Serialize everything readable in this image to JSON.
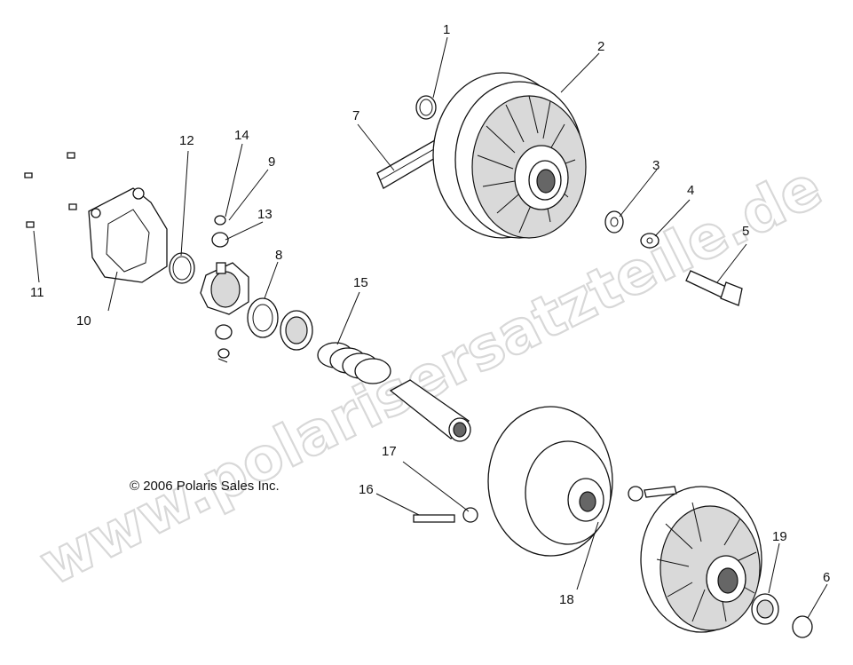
{
  "copyright": "© 2006 Polaris Sales Inc.",
  "watermark": "www.polarisersatzteile.de",
  "callouts": [
    "1",
    "2",
    "3",
    "4",
    "5",
    "6",
    "7",
    "8",
    "9",
    "10",
    "11",
    "12",
    "13",
    "14",
    "15",
    "16",
    "17",
    "18",
    "19"
  ]
}
